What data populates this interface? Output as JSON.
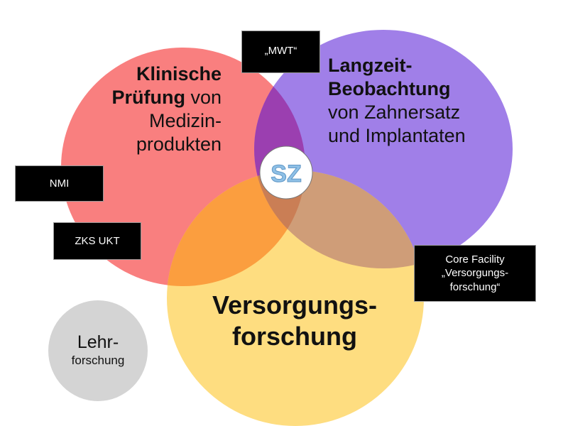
{
  "colors": {
    "red": "#f97f7f",
    "purple": "#a07fe8",
    "yellow": "#fedd80",
    "red_purple": "#9b3fb0",
    "red_yellow": "#fb9e3f",
    "purple_yellow": "#cf9d78",
    "center": "#ca7e55",
    "grey": "#d4d4d4",
    "logo_text": "#8fc0e6"
  },
  "circles": {
    "klinische": {
      "line1": "Klinische",
      "line2_bold": "Prüfung",
      "line2_rest": " von",
      "line3": "Medizin-",
      "line4": "produkten"
    },
    "langzeit": {
      "line1": "Langzeit-",
      "line2": "Beobachtung",
      "line3": "von Zahnersatz",
      "line4": "und Implantaten"
    },
    "versorgung": {
      "line1": "Versorgungs-",
      "line2": "forschung"
    },
    "lehr": {
      "line1": "Lehr-",
      "line2": "forschung"
    }
  },
  "logo": {
    "text": "SZ"
  },
  "boxes": {
    "mwt": "„MWT“",
    "nmi": "NMI",
    "zks": "ZKS UKT",
    "core_line1": "Core Facility",
    "core_line2": "„Versorgungs-",
    "core_line3": "forschung“"
  }
}
